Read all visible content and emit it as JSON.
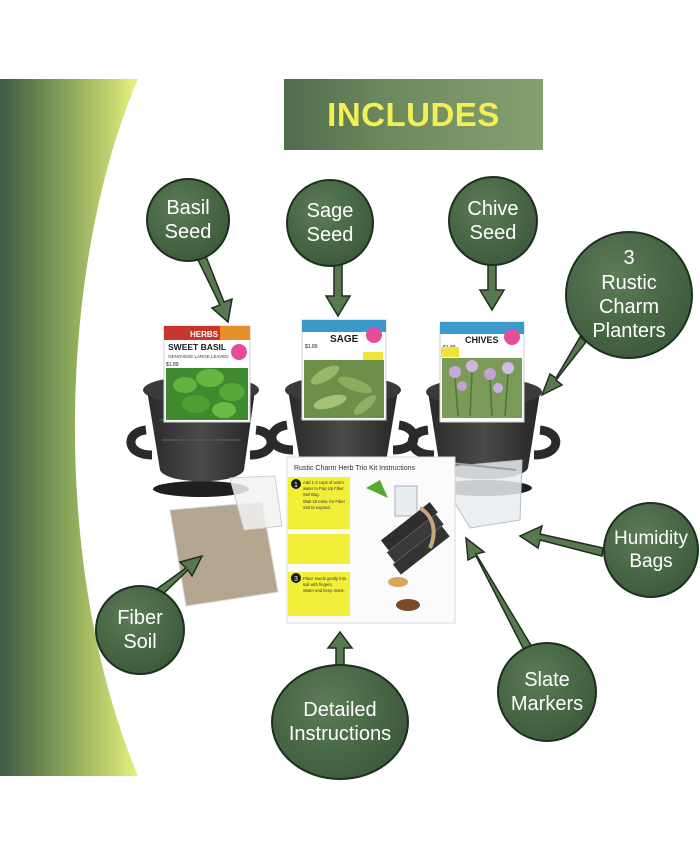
{
  "banner": {
    "title": "INCLUDES"
  },
  "labels": {
    "basil": "Basil\nSeed",
    "sage": "Sage\nSeed",
    "chive": "Chive\nSeed",
    "planters": "3\nRustic\nCharm\nPlanters",
    "humidity": "Humidity\nBags",
    "fiber": "Fiber\nSoil",
    "slate": "Slate\nMarkers",
    "instructions": "Detailed\nInstructions"
  },
  "packets": {
    "basil": {
      "category": "HERBS",
      "name": "SWEET BASIL",
      "variety": "GENOVESE LARGE LEAVED",
      "price": "$1.89"
    },
    "sage": {
      "name": "SAGE",
      "price": "$1.89"
    },
    "chive": {
      "name": "CHIVES",
      "price": "$1.89"
    }
  },
  "instructions_sheet": {
    "title": "Rustic Charm Herb Trio Kit Instructions",
    "step1_num": "1",
    "step1_lines": [
      "Add 1-2 cups of warm",
      "water to Pop Up Fiber",
      "Soil Bag.",
      "Wait 15 mins. for Fiber",
      "Soil to expand."
    ],
    "step3_num": "3",
    "step3_lines": [
      "Place seeds gently into",
      "soil with fingers.",
      "Water and keep moist."
    ]
  },
  "colors": {
    "banner_text": "#f3ef55",
    "bubble_fill": "#3f5f3e",
    "arrow": "#587850",
    "swoosh_dark": "#3c5a45",
    "swoosh_light": "#e4f07a",
    "sheet_yellow": "#f2ef3a"
  }
}
